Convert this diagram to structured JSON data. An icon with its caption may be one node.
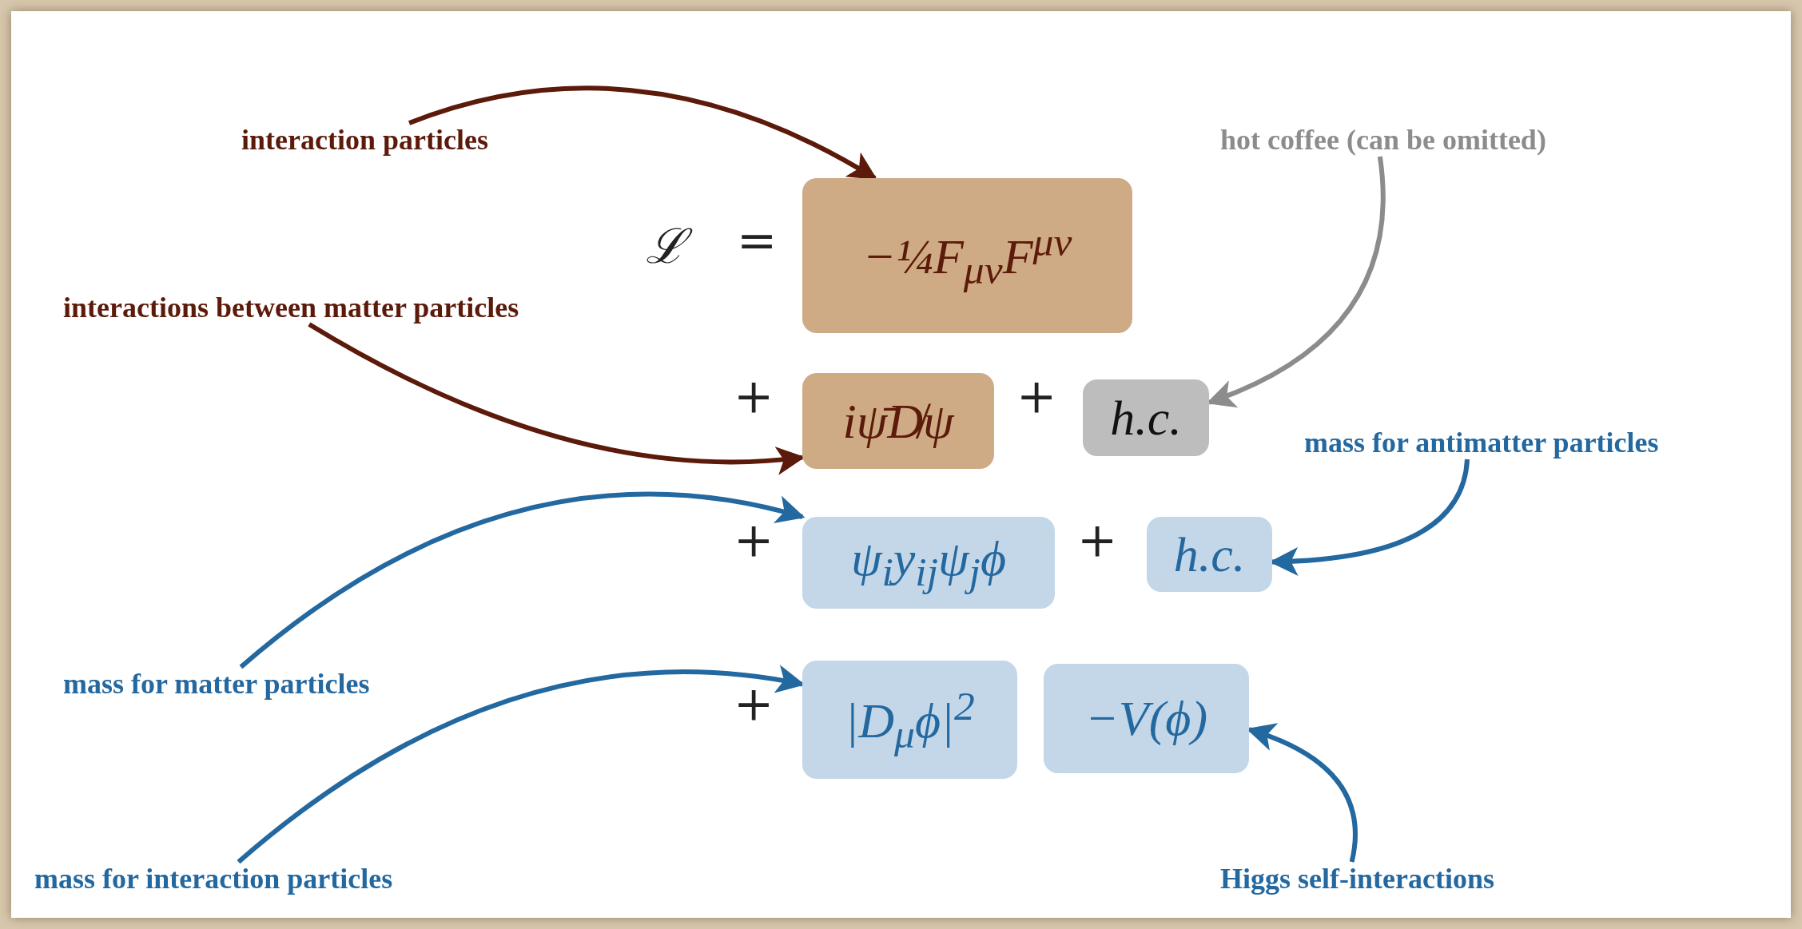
{
  "diagram": {
    "nodes": [
      {
        "text": [
          "interaction particles"
        ]
      },
      {
        "text": [
          "hot coffee (can be omitted)"
        ]
      },
      {
        "text": [
          "−¼F$_{μν}$F$^{μν}$"
        ]
      },
      {
        "text": [
          "interactions between matter particles"
        ]
      },
      {
        "text": [
          "iψ̄D̸ψ"
        ]
      },
      {
        "text": [
          "h.c."
        ]
      },
      {
        "text": [
          "mass for antimatter particles"
        ]
      },
      {
        "text": [
          "ψ$_{i}$y$_{ij}$ψ$_{j}$ϕ"
        ]
      },
      {
        "text": [
          "h.c."
        ]
      },
      {
        "text": [
          "mass for matter particles"
        ]
      },
      {
        "text": [
          "|D$_{μ}$ϕ|$^{2}$"
        ]
      },
      {
        "text": [
          "−V(ϕ)"
        ]
      },
      {
        "text": [
          "mass for interaction particles"
        ]
      },
      {
        "text": [
          "Higgs self-interactions"
        ]
      }
    ],
    "edges": [
      {
        "from": 0,
        "to": 2,
        "arrow": "to",
        "color": "#5c1a0a"
      },
      {
        "from": 1,
        "to": 5,
        "arrow": "to",
        "color": "#8c8c8c"
      },
      {
        "from": 3,
        "to": 4,
        "arrow": "to",
        "color": "#5c1a0a"
      },
      {
        "from": 6,
        "to": 8,
        "arrow": "to"
      },
      {
        "from": 9,
        "to": 7,
        "arrow": "to"
      },
      {
        "from": 12,
        "to": 10,
        "arrow": "to"
      },
      {
        "from": 13,
        "to": 11,
        "arrow": "to"
      }
    ],
    "labels": [
      "ℒ",
      "=",
      "+",
      "+",
      "+",
      "+",
      "+"
    ]
  }
}
